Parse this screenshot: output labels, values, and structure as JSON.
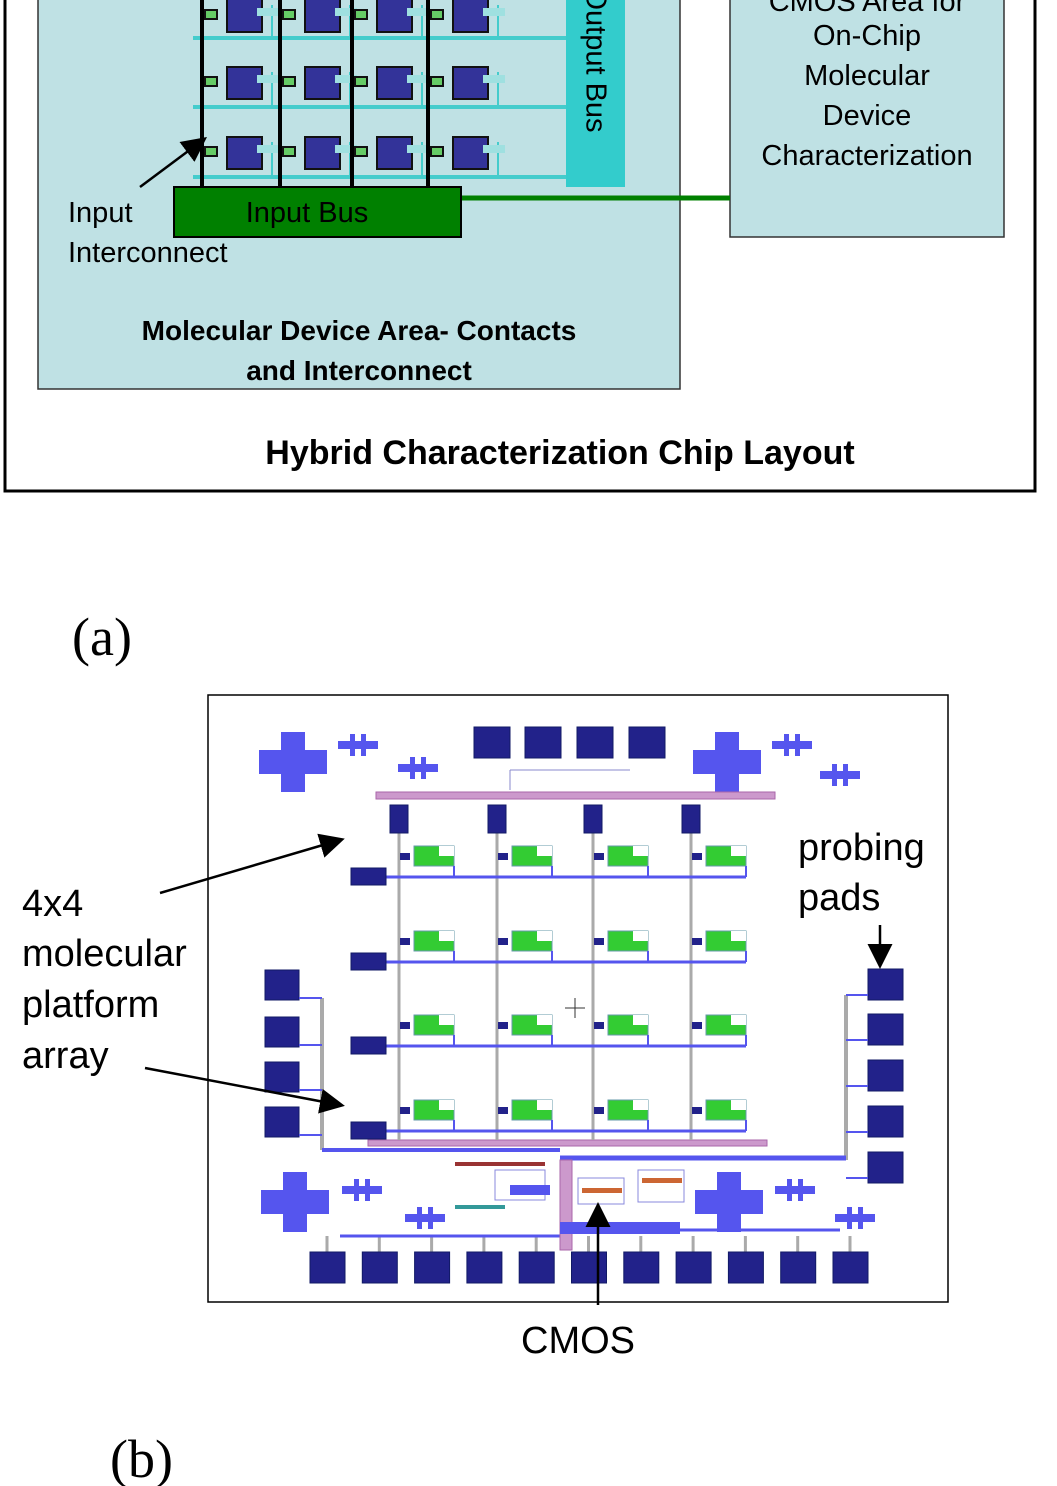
{
  "panel_a": {
    "title": "Hybrid Characterization Chip Layout",
    "molecular_area_label": [
      "Molecular Device Area- Contacts",
      "and Interconnect"
    ],
    "cmos_area_label": [
      "CMOS Area for",
      "On-Chip",
      "Molecular",
      "Device",
      "Characterization"
    ],
    "output_bus": "Output Bus",
    "input_bus": "Input Bus",
    "input_interconnect": [
      "Input",
      "Interconnect"
    ],
    "caption": "(a)",
    "colors": {
      "area_fill": "#bfe1e4",
      "output_bus": "#33cccc",
      "input_bus": "#008000",
      "device": "#333399"
    }
  },
  "panel_b": {
    "array_label": [
      "4x4",
      "molecular",
      "platform",
      "array"
    ],
    "probing_label": [
      "probing",
      "pads"
    ],
    "cmos_label": "CMOS",
    "caption": "(b)",
    "colors": {
      "pad": "#22228a",
      "metal": "#5555ee",
      "platform": "#33cc33",
      "bar": "#cc99cc"
    }
  }
}
